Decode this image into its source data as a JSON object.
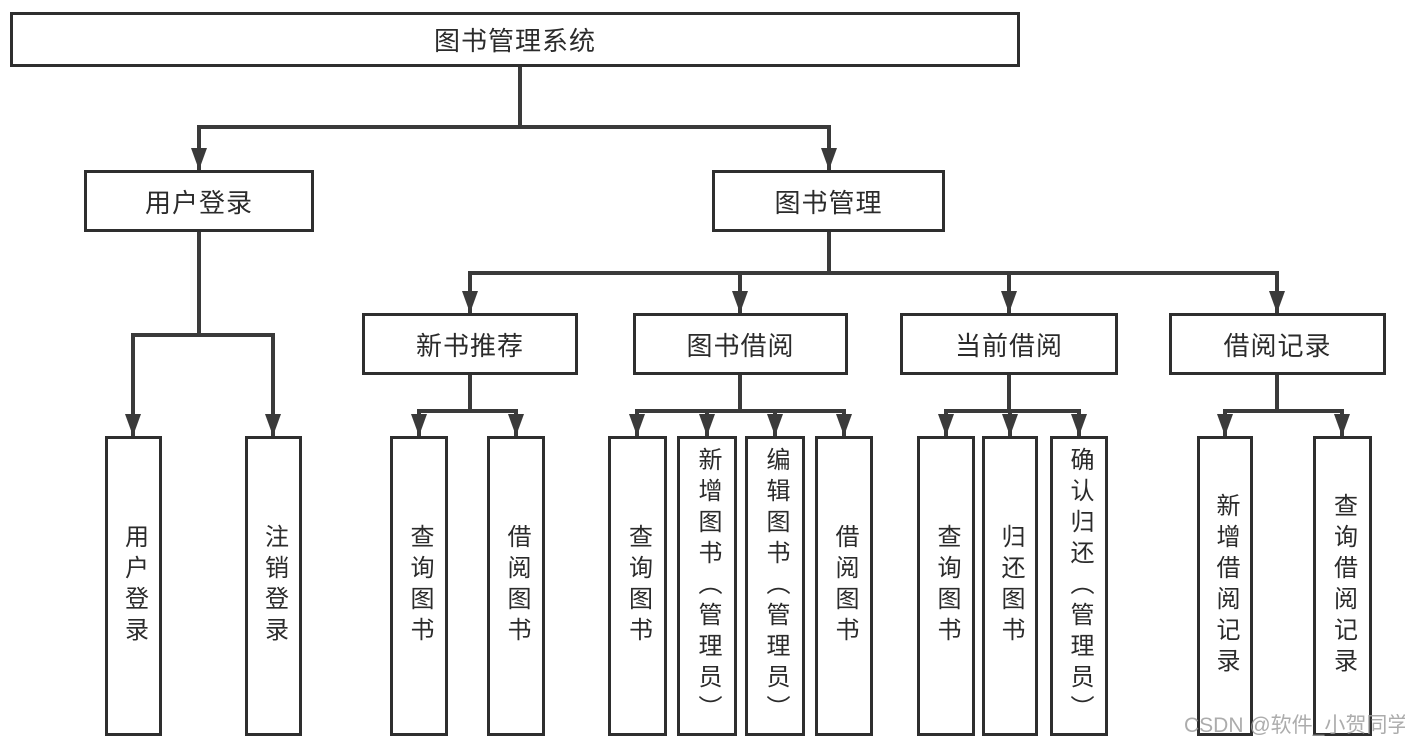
{
  "nodes": {
    "root": "图书管理系统",
    "l2": {
      "user_login": "用户登录",
      "book_mgmt": "图书管理"
    },
    "l3": {
      "new_book": "新书推荐",
      "book_borrow": "图书借阅",
      "current_borrow": "当前借阅",
      "borrow_record": "借阅记录"
    },
    "leaf": {
      "login": "用户登录",
      "logout": "注销登录",
      "nb_query": "查询图书",
      "nb_borrow": "借阅图书",
      "bb_query": "查询图书",
      "bb_add": "新增图书（管理员）",
      "bb_edit": "编辑图书（管理员）",
      "bb_borrow": "借阅图书",
      "cb_query": "查询图书",
      "cb_return": "归还图书",
      "cb_confirm": "确认归还（管理员）",
      "br_add": "新增借阅记录",
      "br_query": "查询借阅记录"
    }
  },
  "hierarchy": {
    "图书管理系统": {
      "用户登录": [
        "用户登录",
        "注销登录"
      ],
      "图书管理": {
        "新书推荐": [
          "查询图书",
          "借阅图书"
        ],
        "图书借阅": [
          "查询图书",
          "新增图书（管理员）",
          "编辑图书（管理员）",
          "借阅图书"
        ],
        "当前借阅": [
          "查询图书",
          "归还图书",
          "确认归还（管理员）"
        ],
        "借阅记录": [
          "新增借阅记录",
          "查询借阅记录"
        ]
      }
    }
  },
  "watermark": "CSDN @软件_小贺同学",
  "colors": {
    "line": "#3a3a3a",
    "box_border": "#2e2e2e",
    "text": "#2b2b2b",
    "background": "#ffffff",
    "watermark": "#9e9e9e"
  }
}
